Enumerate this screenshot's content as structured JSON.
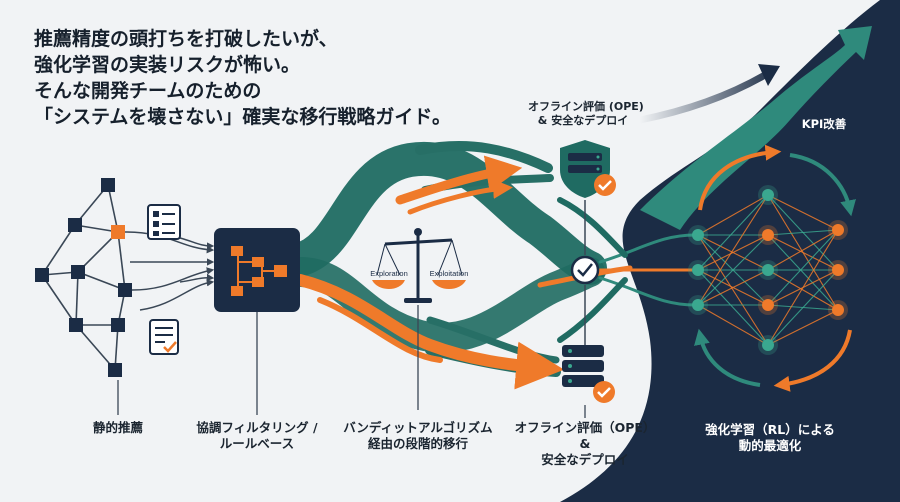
{
  "headline": {
    "line1": "推薦精度の頭打ちを打破したいが、",
    "line2": "強化学習の実装リスクが怖い。",
    "line3": "そんな開発チームのための",
    "line4": "「システムを壊さない」確実な移行戦略ガイド。"
  },
  "stages": {
    "static": "静的推薦",
    "cf_line1": "協調フィルタリング /",
    "cf_line2": "ルールベース",
    "bandit_line1": "バンディットアルゴリズム",
    "bandit_line2": "経由の段階的移行",
    "ope_line1": "オフライン評価（OPE）",
    "ope_line2": "&",
    "ope_line3": "安全なデプロイ",
    "rl_line1": "強化学習（RL）による",
    "rl_line2": "動的最適化"
  },
  "callouts": {
    "ope_top_line1": "オフライン評価 (OPE)",
    "ope_top_line2": "& 安全なデプロイ",
    "kpi": "KPI改善"
  },
  "scale": {
    "exploration": "Exploration",
    "exploitation": "Exploitation"
  },
  "colors": {
    "navy": "#1b2c45",
    "teal": "#1f6b62",
    "orange": "#ef7a2a",
    "green_node": "#3aa88f",
    "background": "#f1f3f5"
  },
  "icons": {
    "tree": "network-tree-icon",
    "checklist": "checklist-icon",
    "document": "document-check-icon",
    "cf_box": "flowchart-box-icon",
    "scale": "balance-scale-icon",
    "shield": "shield-server-icon",
    "server": "server-stack-icon",
    "check": "check-circle-icon",
    "network": "neural-network-icon"
  }
}
